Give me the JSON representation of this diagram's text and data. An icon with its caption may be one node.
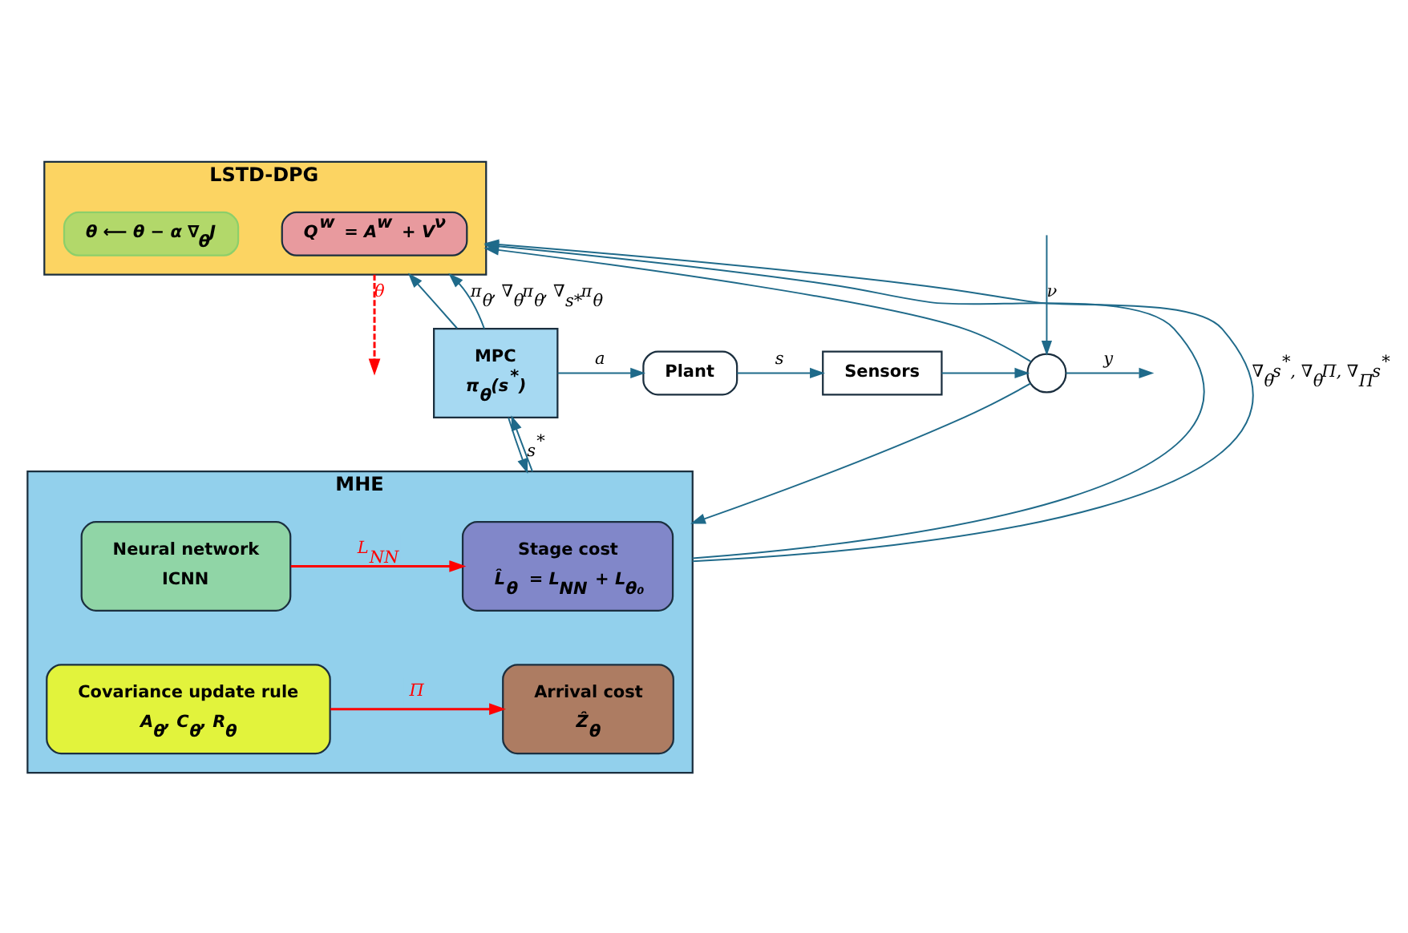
{
  "diagram": {
    "nodes": [
      {
        "text": [
          "LSTD-DPG"
        ]
      },
      {
        "text": [
          "Q$^{w}$ = A$^{w}$ + V$^{ν}$"
        ],
        "in": 0
      },
      {
        "text": [
          "θ ⟵ θ − α ∇$_{θ}$J"
        ],
        "in": 0
      },
      {
        "text": [
          "MPC",
          "π$_{θ}$(s$^{*}$)"
        ]
      },
      {
        "text": [
          "Plant"
        ]
      },
      {
        "text": [
          "Sensors"
        ]
      },
      {
        "text": [],
        "shape": "circle"
      },
      {
        "text": [
          "MHE"
        ]
      },
      {
        "text": [
          "Stage cost",
          "L̂$_{θ}$ = L$_{NN}$ + L$_{θ₀}$"
        ],
        "in": 7
      },
      {
        "text": [
          "Neural network",
          "ICNN"
        ],
        "in": 7
      },
      {
        "text": [
          "Arrival cost",
          "Ẑ$_{θ}$"
        ],
        "in": 7
      },
      {
        "text": [
          "Covariance update rule",
          "A$_{θ}$, C$_{θ}$, R$_{θ}$"
        ],
        "in": 7
      }
    ],
    "edges": [
      {
        "from": 3,
        "to": 4,
        "arrow": "to",
        "label": "a"
      },
      {
        "from": 3,
        "to": 7,
        "arrow": "to"
      },
      {
        "from": 3,
        "to": 0,
        "arrow": "to"
      },
      {
        "from": 3,
        "to": 0,
        "arrow": "to",
        "label": "π$_{θ}$, ∇$_{θ}$π$_{θ}$, ∇$_{s*}$π$_{θ}$"
      },
      {
        "from": 4,
        "to": 5,
        "arrow": "to",
        "label": "s"
      },
      {
        "from": 5,
        "to": 6,
        "arrow": "to"
      },
      {
        "from": null,
        "to": 6,
        "arrow": "to",
        "label": "ν"
      },
      {
        "from": 6,
        "to": null,
        "arrow": "to",
        "label": "y"
      },
      {
        "from": 6,
        "to": 0,
        "arrow": "to"
      },
      {
        "from": 6,
        "to": 7,
        "arrow": "to"
      },
      {
        "from": 7,
        "to": 3,
        "arrow": "to",
        "label": "s$^{*}$"
      },
      {
        "from": 7,
        "to": 0,
        "arrow": "to"
      },
      {
        "from": 7,
        "to": 0,
        "arrow": "to",
        "label": "∇$_{θ}$s$^{*}$, ∇$_{θ}$Π, ∇$_{Π}$s$^{*}$"
      },
      {
        "from": 9,
        "to": 8,
        "arrow": "to",
        "label": "L$_{NN}$",
        "color": "#ff0000"
      },
      {
        "from": 11,
        "to": 10,
        "arrow": "to",
        "label": "Π",
        "color": "#ff0000"
      },
      {
        "from": 0,
        "to": null,
        "arrow": "to",
        "label": "θ",
        "style": "dashed",
        "color": "#ff0000"
      }
    ]
  }
}
